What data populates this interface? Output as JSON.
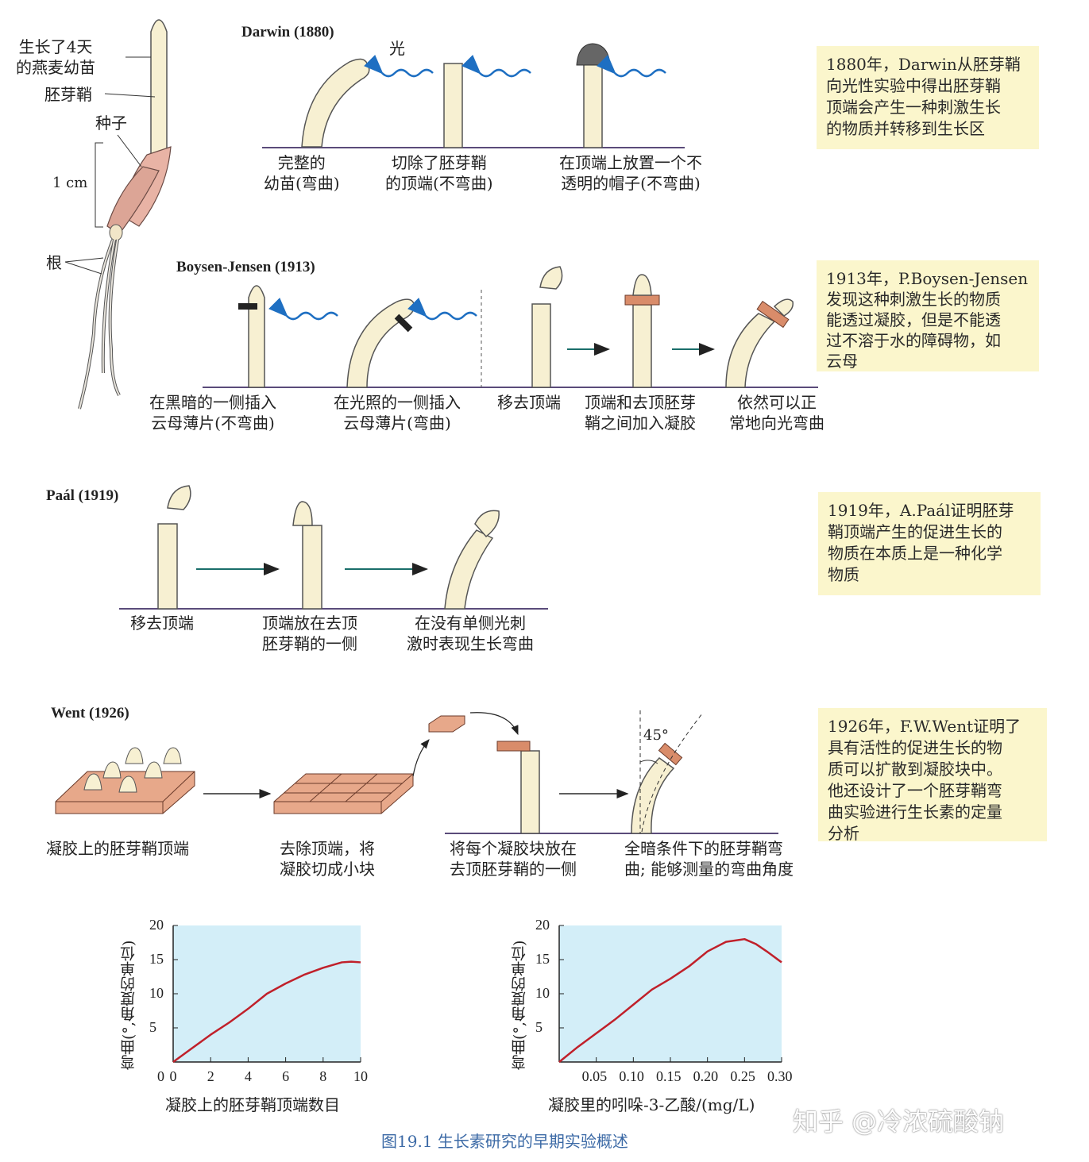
{
  "seedling": {
    "label_seedling": "生长了4天\n的燕麦幼苗",
    "label_coleoptile": "胚芽鞘",
    "label_seed": "种子",
    "label_scale": "1 cm",
    "label_root": "根"
  },
  "darwin": {
    "title": "Darwin (1880)",
    "light_label": "光",
    "labels": [
      "完整的\n幼苗(弯曲)",
      "切除了胚芽鞘\n的顶端(不弯曲)",
      "在顶端上放置一个不\n透明的帽子(不弯曲)"
    ],
    "note": [
      "1880年，Darwin从胚芽鞘",
      "向光性实验中得出胚芽鞘",
      "顶端会产生一种刺激生长",
      "的物质并转移到生长区"
    ]
  },
  "boysen": {
    "title": "Boysen-Jensen (1913)",
    "labels": [
      "在黑暗的一侧插入\n云母薄片(不弯曲)",
      "在光照的一侧插入\n云母薄片(弯曲)",
      "移去顶端",
      "顶端和去顶胚芽\n鞘之间加入凝胶",
      "依然可以正\n常地向光弯曲"
    ],
    "note": [
      "1913年，P.Boysen-Jensen",
      "发现这种刺激生长的物质",
      "能透过凝胶，但是不能透",
      "过不溶于水的障碍物，如",
      "云母"
    ]
  },
  "paal": {
    "title": "Paál (1919)",
    "labels": [
      "移去顶端",
      "顶端放在去顶\n胚芽鞘的一侧",
      "在没有单侧光刺\n激时表现生长弯曲"
    ],
    "note": [
      "1919年，A.Paál证明胚芽",
      "鞘顶端产生的促进生长的",
      "物质在本质上是一种化学",
      "物质"
    ]
  },
  "went": {
    "title": "Went (1926)",
    "angle_label": "45°",
    "labels": [
      "凝胶上的胚芽鞘顶端",
      "去除顶端，将\n凝胶切成小块",
      "将每个凝胶块放在\n去顶胚芽鞘的一侧",
      "全暗条件下的胚芽鞘弯\n曲; 能够测量的弯曲角度"
    ],
    "note": [
      "1926年，F.W.Went证明了",
      "具有活性的促进生长的物",
      "质可以扩散到凝胶块中。",
      "他还设计了一个胚芽鞘弯",
      "曲实验进行生长素的定量",
      "分析"
    ]
  },
  "chart_data": [
    {
      "type": "line",
      "ylabel": "弯曲(°,角度的单位)",
      "xlabel": "凝胶上的胚芽鞘顶端数目",
      "xlim": [
        0,
        10
      ],
      "ylim": [
        0,
        20
      ],
      "xticks": [
        0,
        2,
        4,
        6,
        8,
        10
      ],
      "yticks": [
        5,
        10,
        15,
        20
      ],
      "x": [
        0,
        1,
        2,
        3,
        4,
        5,
        6,
        7,
        8,
        9,
        9.5,
        10
      ],
      "y": [
        0,
        2,
        4,
        5.8,
        7.8,
        10,
        11.5,
        12.8,
        13.8,
        14.6,
        14.7,
        14.6
      ],
      "grid": false,
      "background": "#d3eef8",
      "line_color": "#c0202a"
    },
    {
      "type": "line",
      "ylabel": "弯曲(°,角度的单位)",
      "xlabel": "凝胶里的吲哚-3-乙酸/(mg/L)",
      "xlim": [
        0,
        0.3
      ],
      "ylim": [
        0,
        20
      ],
      "xticks": [
        0.05,
        0.1,
        0.15,
        0.2,
        0.25,
        0.3
      ],
      "xtick_labels": [
        "0.05",
        "0.10",
        "0.15",
        "0.20",
        "0.25",
        "0.30"
      ],
      "yticks": [
        5,
        10,
        15,
        20
      ],
      "x": [
        0,
        0.025,
        0.05,
        0.075,
        0.1,
        0.125,
        0.15,
        0.175,
        0.2,
        0.225,
        0.25,
        0.265,
        0.28,
        0.3
      ],
      "y": [
        0,
        2.2,
        4.2,
        6.2,
        8.4,
        10.6,
        12.2,
        14,
        16.2,
        17.6,
        18,
        17.3,
        16.2,
        14.6
      ],
      "grid": false,
      "background": "#d3eef8",
      "line_color": "#c0202a"
    }
  ],
  "caption": "图19.1   生长素研究的早期实验概述",
  "watermark": "知乎 @冷浓硫酸钠",
  "colors": {
    "coleoptile": "#f7f0d2",
    "outline": "#555555",
    "light_wave": "#1e6fc2",
    "gel": "#e7a88a",
    "mica": "#222222",
    "note_bg": "#fbf6cc",
    "chart_bg": "#d3eef8",
    "curve": "#c0202a"
  }
}
